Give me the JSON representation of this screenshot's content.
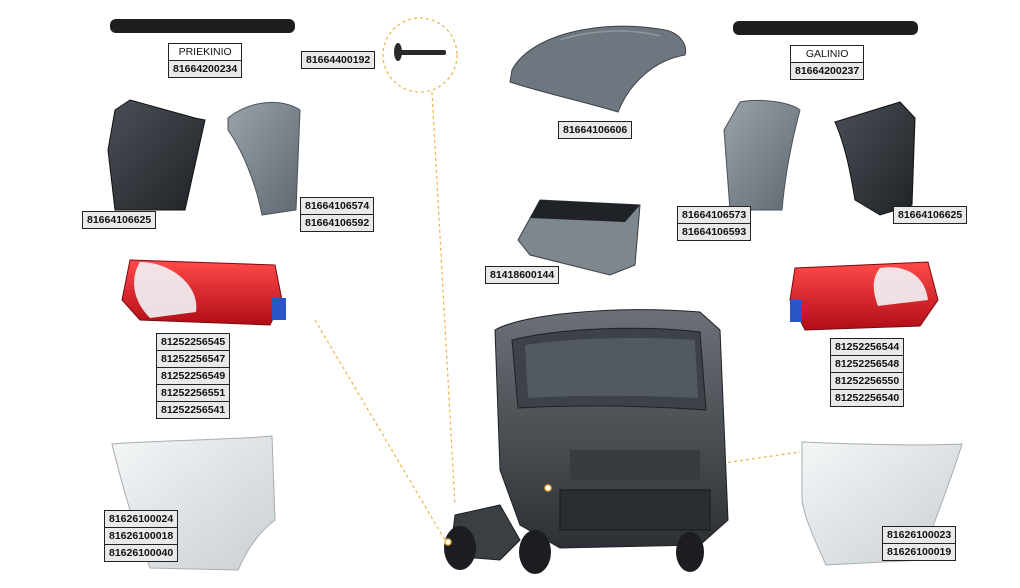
{
  "labels": {
    "front_strip_title": "PRIEKINIO",
    "front_strip_code": "81664200234",
    "rear_strip_title": "GALINIO",
    "rear_strip_code": "81664200237",
    "pin_code": "81664400192",
    "roof_code": "81664106606",
    "battery_cover_code": "81418600144",
    "left_mudflap_code": "81664106625",
    "right_mudflap_code": "81664106625",
    "left_guard_codes": [
      "81664106574",
      "81664106592"
    ],
    "right_guard_codes": [
      "81664106573",
      "81664106593"
    ],
    "left_lamp_codes": [
      "81252256545",
      "81252256547",
      "81252256549",
      "81252256551",
      "81252256541"
    ],
    "right_lamp_codes": [
      "81252256544",
      "81252256548",
      "81252256550",
      "81252256540"
    ],
    "left_fender_codes": [
      "81626100024",
      "81626100018",
      "81626100040"
    ],
    "right_fender_codes": [
      "81626100023",
      "81626100019"
    ]
  },
  "colors": {
    "leader_line": "#f0b24a",
    "part_dark": "#2b2f33",
    "part_grey": "#6f7780",
    "lamp_red": "#d01822",
    "label_fill": "#e9e9e9"
  }
}
